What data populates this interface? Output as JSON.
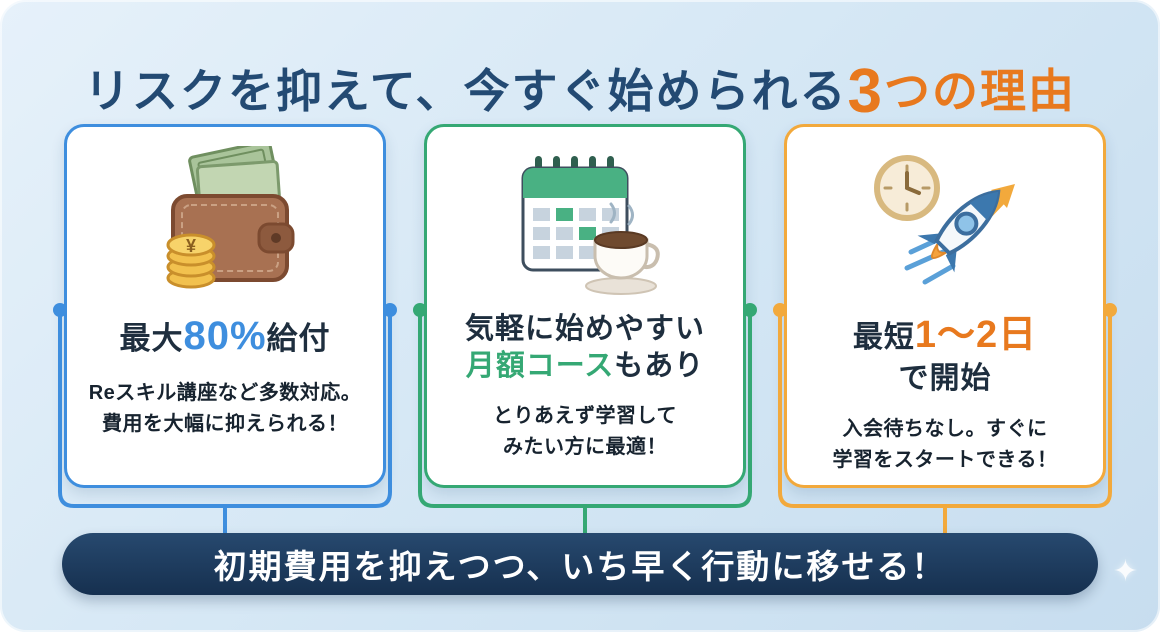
{
  "theme": {
    "accent-blue": "#3e8ede",
    "accent-green": "#35a874",
    "accent-orange": "#f2a93c",
    "highlight-orange": "#e8791e",
    "title-navy": "#234a73",
    "banner-navy": "#1c3a5e",
    "background-blue": "#d3e6f4"
  },
  "title": {
    "main": "リスクを抑えて、今すぐ始められる",
    "number": "3",
    "rest": "つの理由"
  },
  "cards": [
    {
      "name": "subsidy",
      "icon": "wallet-icon",
      "accent": "#3e8ede",
      "title_prefix": "最大",
      "title_highlight": "80%",
      "title_suffix": "給付",
      "body_line1": "Reスキル講座など多数対応。",
      "body_line2": "費用を大幅に抑えられる！"
    },
    {
      "name": "monthly-course",
      "icon": "calendar-coffee-icon",
      "accent": "#35a874",
      "title_line1": "気軽に始めやすい",
      "title_highlight": "月額コース",
      "title_suffix": "もあり",
      "body_line1": "とりあえず学習して",
      "body_line2": "みたい方に最適！"
    },
    {
      "name": "quick-start",
      "icon": "rocket-clock-icon",
      "accent": "#f2a93c",
      "title_prefix": "最短",
      "title_highlight": "1〜2日",
      "title_line2": "で開始",
      "body_line1": "入会待ちなし。すぐに",
      "body_line2": "学習をスタートできる！"
    }
  ],
  "banner": {
    "text": "初期費用を抑えつつ、いち早く行動に移せる！"
  },
  "decoration": {
    "sparkle": "✦"
  }
}
